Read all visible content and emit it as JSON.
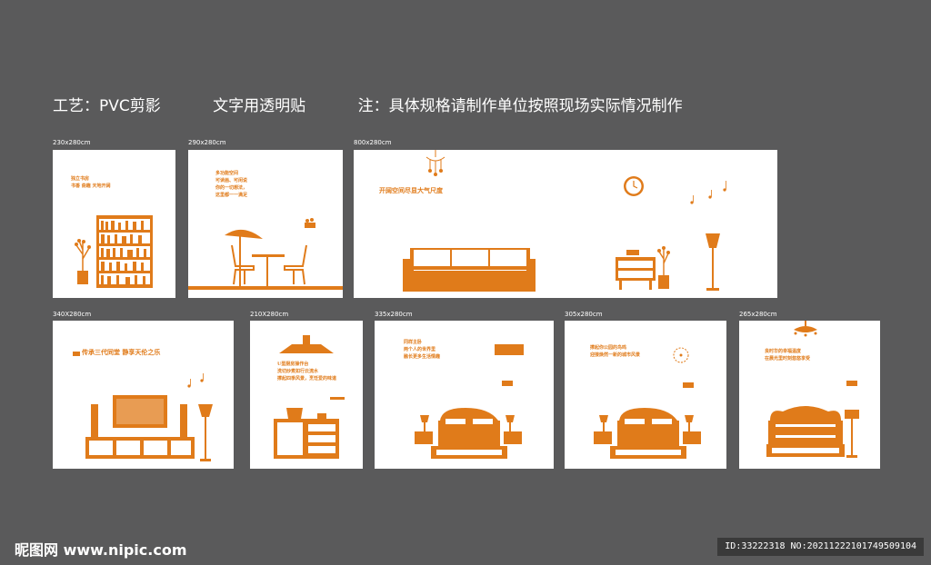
{
  "header": {
    "craft": "工艺：PVC剪影",
    "text_note": "文字用透明贴",
    "note": "注：具体规格请制作单位按照现场实际情况制作"
  },
  "colors": {
    "background": "#5a5a5b",
    "accent": "#e07b1a",
    "panel": "#ffffff"
  },
  "panels": [
    {
      "size": "230x280cm",
      "text": [
        "独立书房",
        "书香 斋趣 天地开阔"
      ]
    },
    {
      "size": "290x280cm",
      "text": [
        "多功能空间",
        "可读画、可闲说",
        "你的一切想法，",
        "这里都一一满足"
      ]
    },
    {
      "size": "800x280cm",
      "text": [
        "开阔空间尽显大气尺度"
      ]
    },
    {
      "size": "340X280cm",
      "text": [
        "传承三代同堂 静享天伦之乐"
      ]
    },
    {
      "size": "210X280cm",
      "text": [
        "U型厨房操作台",
        "洗切炒煮如行云流水",
        "撑起四季风景，烹饪爱的味道"
      ]
    },
    {
      "size": "335x280cm",
      "text": [
        "同样主卧",
        "两个人的世界里",
        "融长更多生活情趣"
      ]
    },
    {
      "size": "305x280cm",
      "text": [
        "撑起你公园的鸟鸣",
        "迎接焕然一新的城市风景"
      ]
    },
    {
      "size": "265x280cm",
      "text": [
        "良时华的幸福温度",
        "在晨光里时刻悠悠享受"
      ]
    }
  ],
  "footer": {
    "brand": "昵图网 www.nipic.com",
    "id": "ID:33222318 NO:20211222101749509104"
  }
}
